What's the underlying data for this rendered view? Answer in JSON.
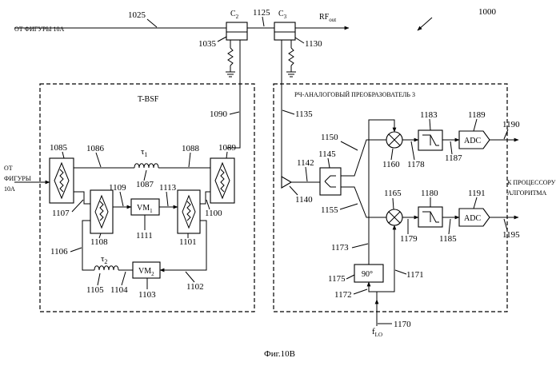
{
  "figure": {
    "number": "1000",
    "caption": "Фиг.10B"
  },
  "labels": {
    "from_fig_top": "ОТ ФИГУРЫ 10А",
    "from_fig_left_1": "ОТ",
    "from_fig_left_2": "ФИГУРЫ",
    "from_fig_left_3": "10А",
    "rf_out": "RF",
    "rf_out_sub": "out",
    "c2": "C",
    "c2_sub": "2",
    "c3": "C",
    "c3_sub": "3",
    "tbsf_title": "T-BSF",
    "converter_title": "РЧ-АНАЛОГОВЫЙ ПРЕОБРАЗОВАТЕЛЬ 3",
    "to_processor_1": "К ПРОЦЕССОРУ",
    "to_processor_2": "АЛГОРИТМА",
    "tau1": "τ",
    "tau1_sub": "1",
    "tau2": "τ",
    "tau2_sub": "2",
    "vm1": "VM",
    "vm1_sub": "1",
    "vm2": "VM",
    "vm2_sub": "2",
    "phase": "90°",
    "adc_top": "ADC",
    "adc_bottom": "ADC",
    "flo": "f",
    "flo_sub": "LO"
  },
  "refs": {
    "r1025": "1025",
    "r1125": "1125",
    "r1035": "1035",
    "r1130": "1130",
    "r1090": "1090",
    "r1135": "1135",
    "r1085": "1085",
    "r1086": "1086",
    "r1088": "1088",
    "r1089": "1089",
    "r1087": "1087",
    "r1109": "1109",
    "r1113": "1113",
    "r1107": "1107",
    "r1108": "1108",
    "r1111": "1111",
    "r1101": "1101",
    "r1100": "1100",
    "r1106": "1106",
    "r1105": "1105",
    "r1104": "1104",
    "r1103": "1103",
    "r1102": "1102",
    "r1150": "1150",
    "r1183": "1183",
    "r1189": "1189",
    "r1190": "1190",
    "r1145": "1145",
    "r1142": "1142",
    "r1140": "1140",
    "r1160": "1160",
    "r1178": "1178",
    "r1187": "1187",
    "r1155": "1155",
    "r1165": "1165",
    "r1180": "1180",
    "r1191": "1191",
    "r1179": "1179",
    "r1185": "1185",
    "r1195": "1195",
    "r1173": "1173",
    "r1175": "1175",
    "r1171": "1171",
    "r1172": "1172",
    "r1170": "1170"
  }
}
